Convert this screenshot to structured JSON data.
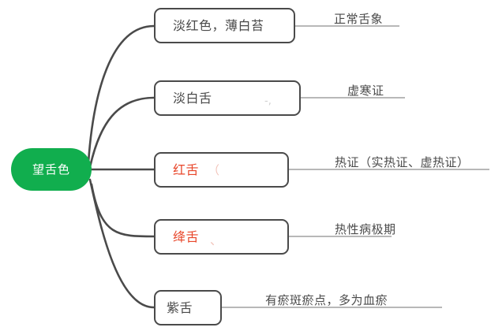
{
  "diagram": {
    "type": "mind-map",
    "title": "望舌色",
    "root": {
      "label": "望舌色",
      "fill_color": "#11AE4E",
      "text_color": "#ffffff"
    },
    "colors": {
      "root_green": "#11AE4E",
      "node_border": "#4a4a4a",
      "text_dark": "#4a4a4a",
      "text_red": "#E8462A",
      "leaf_line": "#8d8d8d",
      "edge": "#4a4a4a",
      "background": "#ffffff"
    },
    "branches": [
      {
        "id": "branch-1",
        "node_label": "淡红色，薄白苔",
        "node_text_color": "#4a4a4a",
        "leaf_label": "正常舌象",
        "artifact": ""
      },
      {
        "id": "branch-2",
        "node_label": "淡白舌",
        "node_text_color": "#4a4a4a",
        "leaf_label": "虚寒证",
        "artifact": "-,"
      },
      {
        "id": "branch-3",
        "node_label": "红舌",
        "node_text_color": "#E8462A",
        "leaf_label": "热证（实热证、虚热证）",
        "artifact": "（"
      },
      {
        "id": "branch-4",
        "node_label": "绛舌",
        "node_text_color": "#E8462A",
        "leaf_label": "热性病极期",
        "artifact": "、"
      },
      {
        "id": "branch-5",
        "node_label": "紫舌",
        "node_text_color": "#4a4a4a",
        "leaf_label": "有瘀斑瘀点，多为血瘀",
        "artifact": ""
      }
    ]
  }
}
